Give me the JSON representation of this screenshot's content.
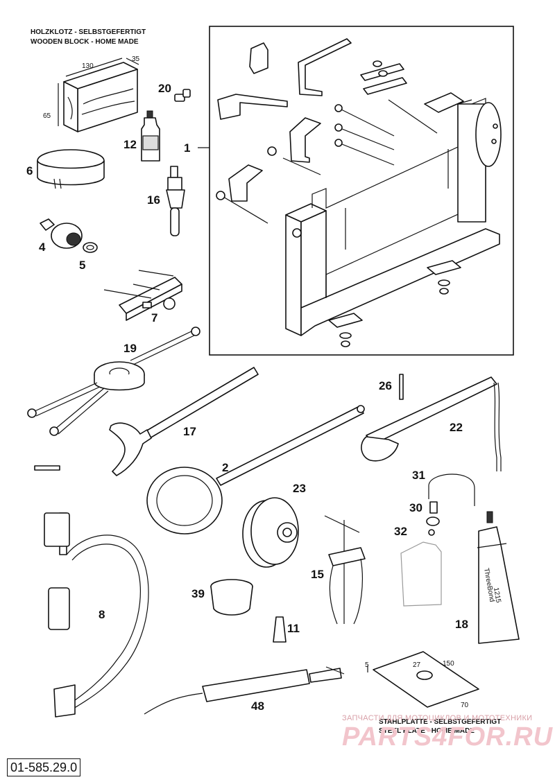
{
  "notes": {
    "wooden_block_de": "HOLZKLOTZ - SELBSTGEFERTIGT",
    "wooden_block_en": "WOODEN BLOCK - HOME MADE",
    "steel_plate_de": "STAHLPLATTE - SELBSTGEFERTIGT",
    "steel_plate_en": "STEEL PLATE - HOME MADE"
  },
  "dimensions": {
    "block_length": "130",
    "block_width": "35",
    "block_height": "65",
    "plate_thickness": "5",
    "plate_hole": "27",
    "plate_length": "150",
    "plate_width": "70"
  },
  "callouts": {
    "p1": "1",
    "p2": "2",
    "p4": "4",
    "p5": "5",
    "p6": "6",
    "p7": "7",
    "p8": "8",
    "p11": "11",
    "p12": "12",
    "p15": "15",
    "p16": "16",
    "p17": "17",
    "p18": "18",
    "p19": "19",
    "p20": "20",
    "p22": "22",
    "p23": "23",
    "p26": "26",
    "p30": "30",
    "p31": "31",
    "p32": "32",
    "p39": "39",
    "p48": "48"
  },
  "labels": {
    "tube_brand": "ThreeBond",
    "tube_code": "1215"
  },
  "watermark": {
    "tagline": "ЗАПЧАСТИ ДЛЯ МОТОЦИКЛОВ И МОТОТЕХНИКИ",
    "logo": "PARTS4FOR.RU"
  },
  "footer": {
    "part_number": "01-585.29.0"
  }
}
